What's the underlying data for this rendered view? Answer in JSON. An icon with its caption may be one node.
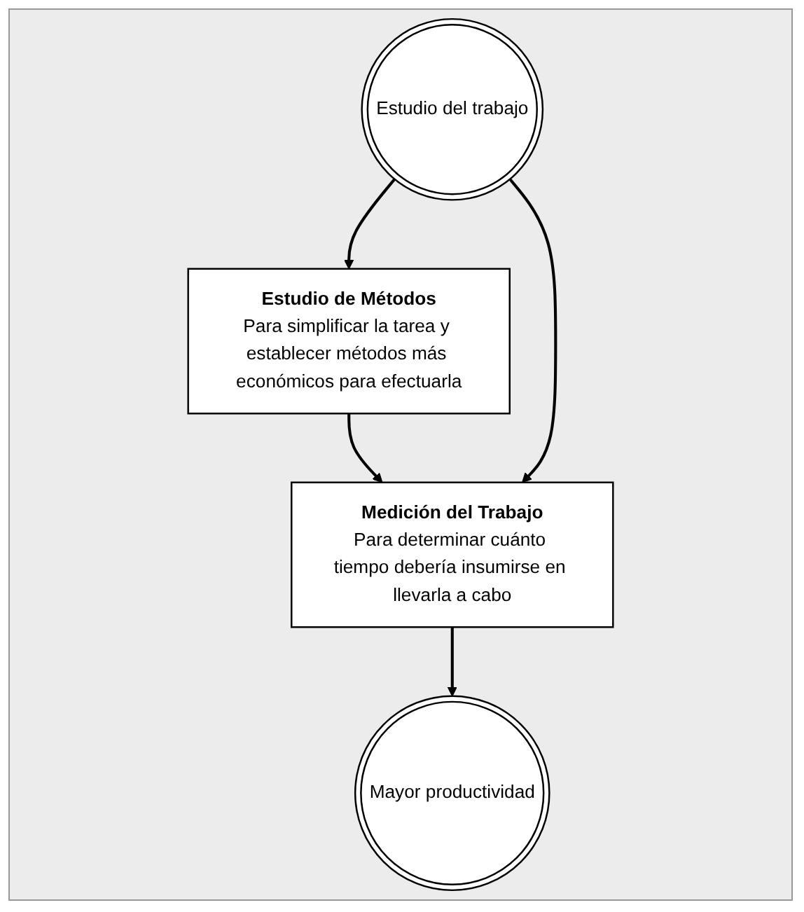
{
  "diagram": {
    "nodes": [
      {
        "text": [
          "Estudio del trabajo"
        ]
      },
      {
        "text": [
          "Estudio de Métodos",
          "Para simplificar la tarea y establecer métodos más económicos para efectuarla"
        ]
      },
      {
        "text": [
          "Medición del Trabajo",
          "Para determinar cuánto tiempo debería insumirse en llevarla a cabo"
        ]
      },
      {
        "text": [
          "Mayor productividad"
        ]
      }
    ],
    "edges": [
      {
        "from": 0,
        "to": 1,
        "arrow": "to"
      },
      {
        "from": 1,
        "to": 2,
        "arrow": "to"
      },
      {
        "from": 0,
        "to": 2,
        "arrow": "to"
      },
      {
        "from": 2,
        "to": 3,
        "arrow": "to"
      }
    ]
  }
}
